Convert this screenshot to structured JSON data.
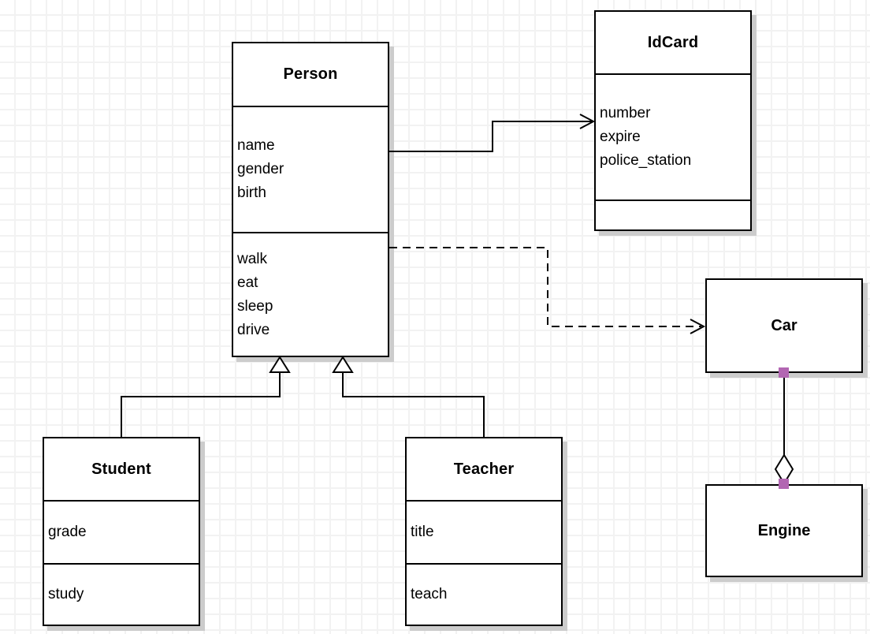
{
  "diagram": {
    "type": "uml-class-diagram",
    "classes": [
      {
        "id": "person",
        "name": "Person",
        "attributes": [
          "name",
          "gender",
          "birth"
        ],
        "methods": [
          "walk",
          "eat",
          "sleep",
          "drive"
        ]
      },
      {
        "id": "idcard",
        "name": "IdCard",
        "attributes": [
          "number",
          "expire",
          "police_station"
        ],
        "methods": []
      },
      {
        "id": "car",
        "name": "Car",
        "attributes": [],
        "methods": []
      },
      {
        "id": "engine",
        "name": "Engine",
        "attributes": [],
        "methods": []
      },
      {
        "id": "student",
        "name": "Student",
        "attributes": [
          "grade"
        ],
        "methods": [
          "study"
        ]
      },
      {
        "id": "teacher",
        "name": "Teacher",
        "attributes": [
          "title"
        ],
        "methods": [
          "teach"
        ]
      }
    ],
    "relationships": [
      {
        "from": "Person",
        "to": "IdCard",
        "type": "association",
        "line": "solid",
        "arrowhead": "open-arrow"
      },
      {
        "from": "Person",
        "to": "Car",
        "type": "dependency",
        "line": "dashed",
        "arrowhead": "open-arrow"
      },
      {
        "from": "Student",
        "to": "Person",
        "type": "generalization",
        "line": "solid",
        "arrowhead": "hollow-triangle"
      },
      {
        "from": "Teacher",
        "to": "Person",
        "type": "generalization",
        "line": "solid",
        "arrowhead": "hollow-triangle"
      },
      {
        "from": "Car",
        "to": "Engine",
        "type": "aggregation",
        "line": "solid",
        "arrowhead": "hollow-diamond",
        "endpoints_selected": true
      }
    ],
    "colors": {
      "line": "#000000",
      "box_fill": "#ffffff",
      "box_border": "#000000",
      "box_shadow": "#cccccc",
      "grid_line": "#f2f2f2",
      "endpoint_handle": "#b266b2",
      "background": "#ffffff"
    }
  }
}
